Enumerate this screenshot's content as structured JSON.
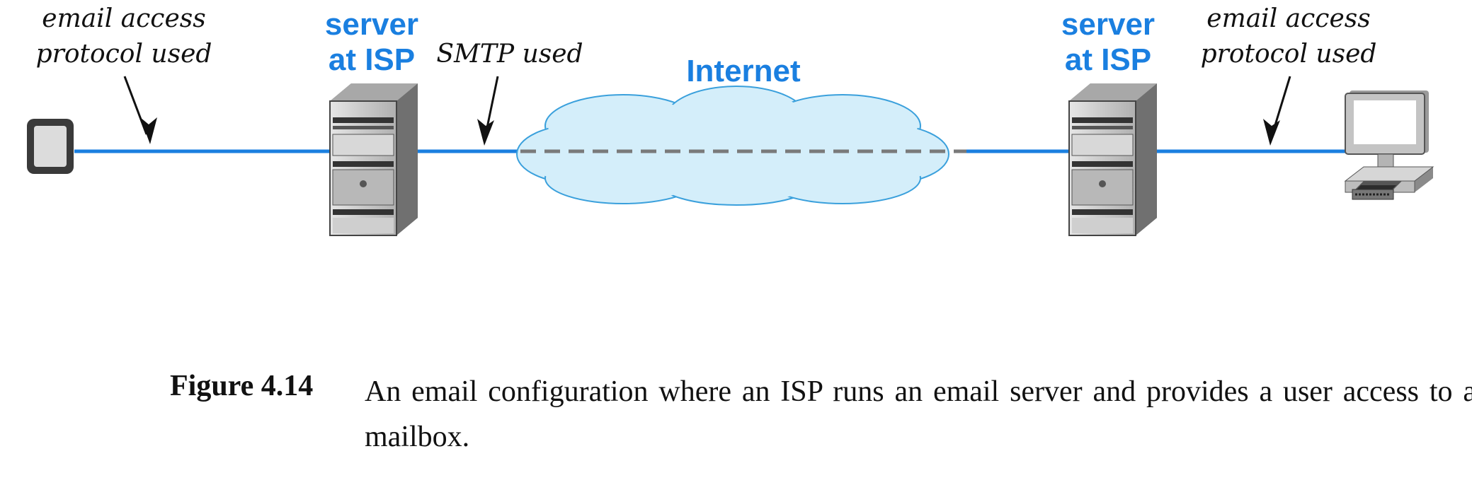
{
  "diagram": {
    "left_annotation": [
      "email access",
      "protocol used"
    ],
    "left_server_label": [
      "server",
      "at ISP"
    ],
    "smtp_annotation": "SMTP used",
    "internet_label": "Internet",
    "right_server_label": [
      "server",
      "at ISP"
    ],
    "right_annotation": [
      "email access",
      "protocol used"
    ]
  },
  "caption": {
    "number": "Figure 4.14",
    "text": "An email configuration where an ISP runs an email server and provides a user access to a mailbox."
  },
  "colors": {
    "link_blue": "#1a7fe0",
    "cloud_fill": "#d4eefa",
    "cloud_stroke": "#3aa0dc",
    "dashed_gray": "#7a7a7a"
  }
}
